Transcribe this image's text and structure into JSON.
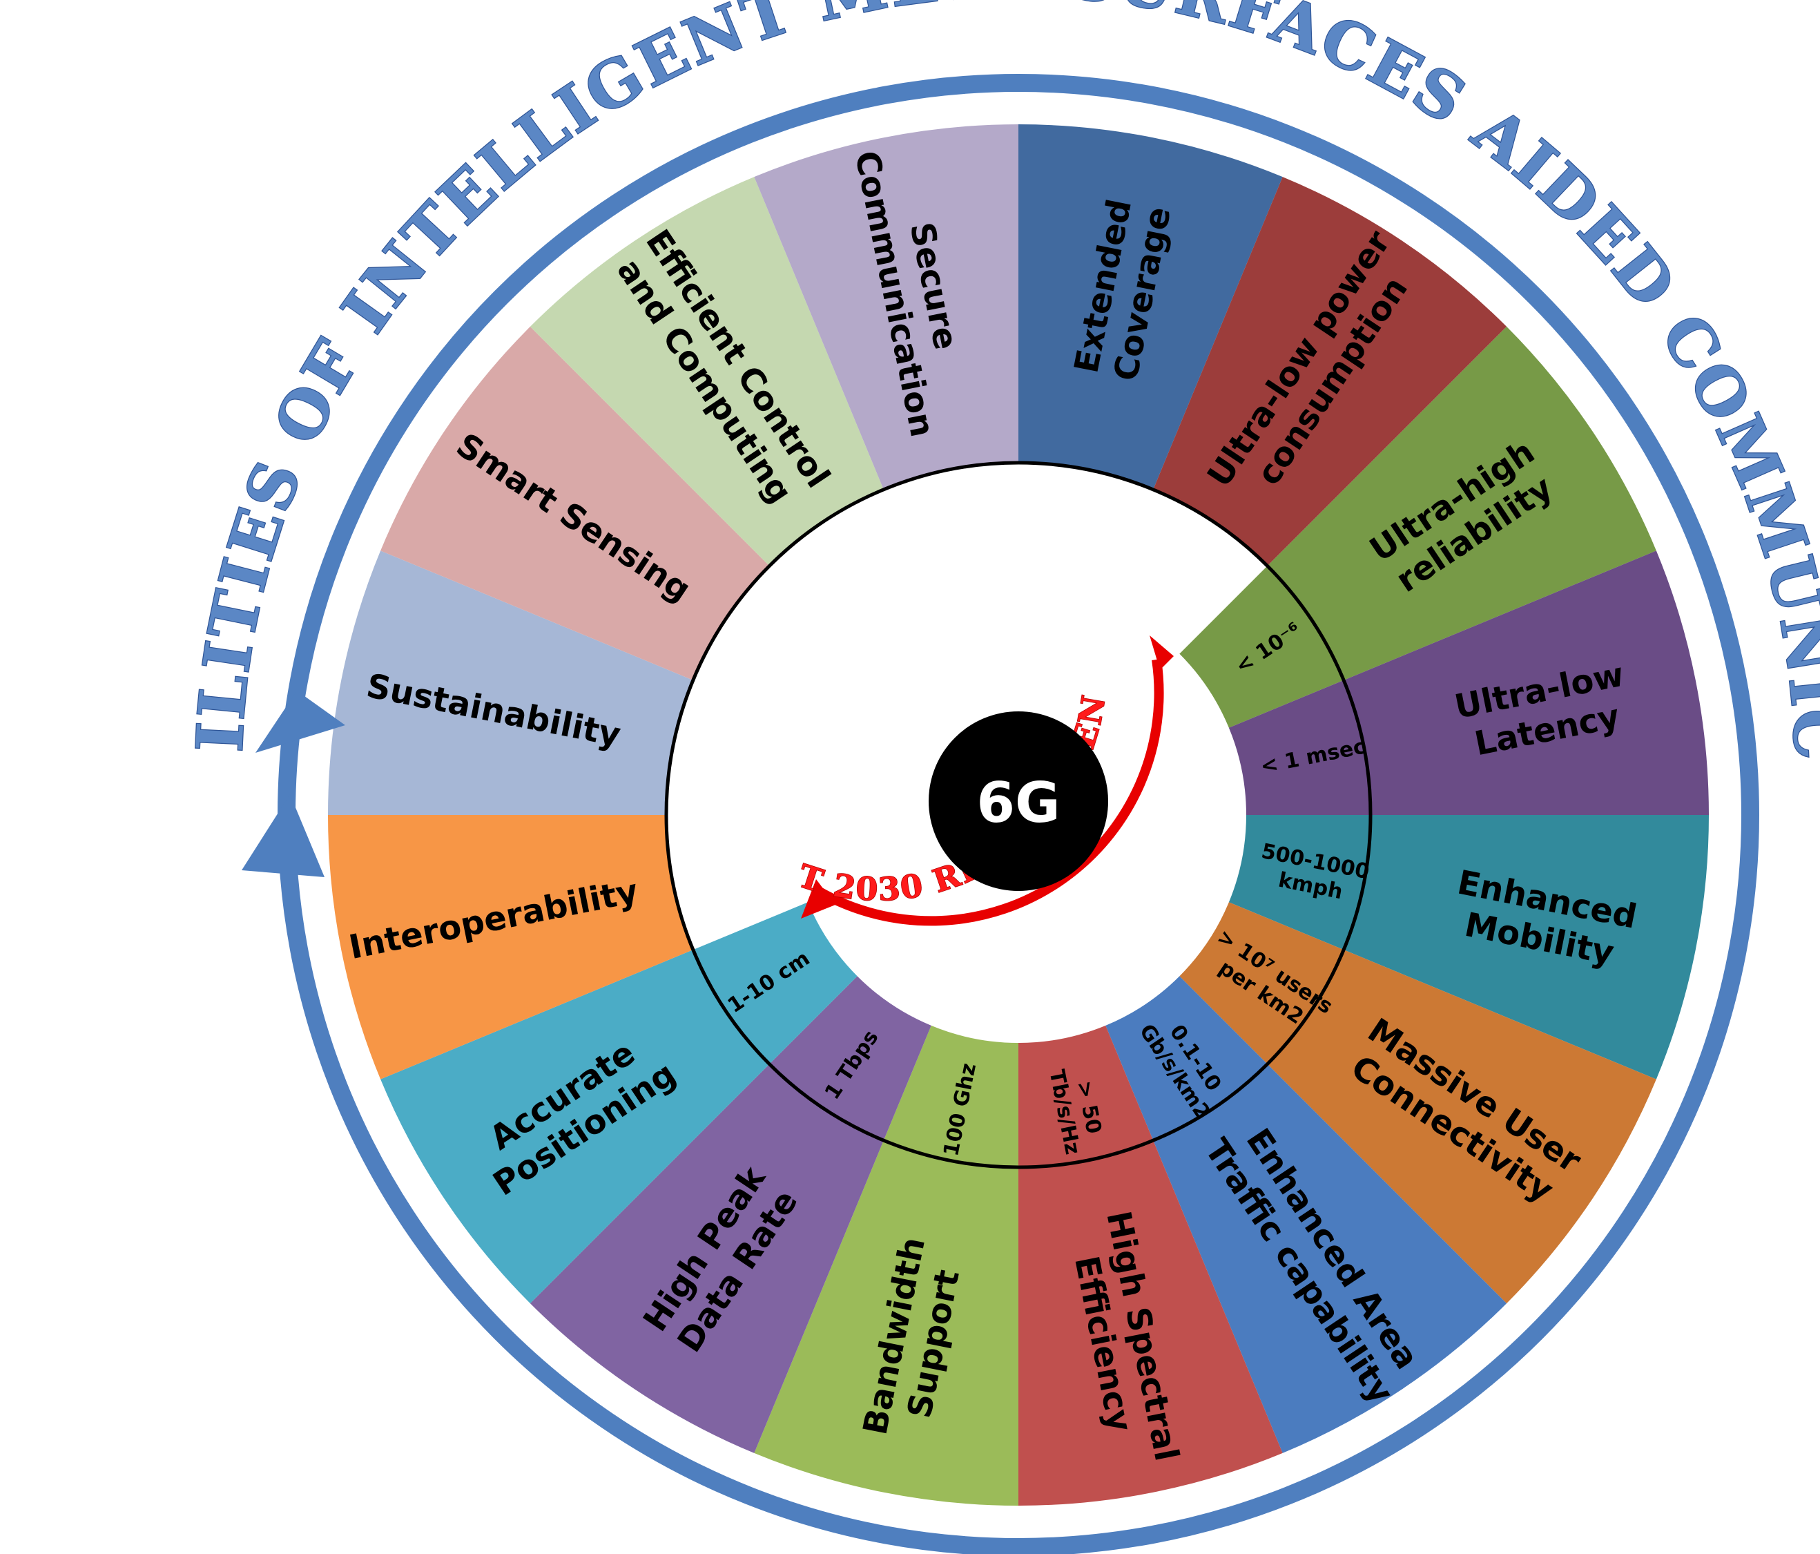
{
  "title": "CAPABILITIES OF INTELLIGENT META-SURFACES AIDED COMMUNICATION",
  "center_label": "6G",
  "requirements_title": "IMT 2030 REQUIREMENTS",
  "colors": {
    "title_fill": "#5b87c5",
    "outer_ring": "#4f7fbf",
    "requirements_arrow": "#e80000",
    "center_disc": "#000000"
  },
  "segments": [
    {
      "label": [
        "Extended",
        "Coverage"
      ],
      "requirement": [],
      "color": "#416a9f"
    },
    {
      "label": [
        "Ultra-low power",
        "consumption"
      ],
      "requirement": [],
      "color": "#9c3d3b"
    },
    {
      "label": [
        "Ultra-high",
        "reliability"
      ],
      "requirement": [
        "< 10⁻⁶"
      ],
      "color": "#779a47"
    },
    {
      "label": [
        "Ultra-low",
        "Latency"
      ],
      "requirement": [
        "< 1 msec"
      ],
      "color": "#6a4c86"
    },
    {
      "label": [
        "Enhanced",
        "Mobility"
      ],
      "requirement": [
        "500-1000",
        "kmph"
      ],
      "color": "#328a9c"
    },
    {
      "label": [
        "Massive User",
        "Connectivity"
      ],
      "requirement": [
        "> 10⁷ users",
        "per km2"
      ],
      "color": "#cc7934"
    },
    {
      "label": [
        "Enhanced Area",
        "Traffic capability"
      ],
      "requirement": [
        "0.1-10",
        "Gb/s/km2"
      ],
      "color": "#4b7cbf"
    },
    {
      "label": [
        "High Spectral",
        "Efficiency"
      ],
      "requirement": [
        "> 50",
        "Tb/s/Hz"
      ],
      "color": "#c0504e"
    },
    {
      "label": [
        "Bandwidth",
        "Support"
      ],
      "requirement": [
        "100  Ghz"
      ],
      "color": "#9bbb59"
    },
    {
      "label": [
        "High Peak",
        "Data  Rate"
      ],
      "requirement": [
        "1 Tbps"
      ],
      "color": "#8064a2"
    },
    {
      "label": [
        "Accurate",
        "Positioning"
      ],
      "requirement": [
        "1-10 cm"
      ],
      "color": "#4bacc6"
    },
    {
      "label": [
        "Interoperability"
      ],
      "requirement": [],
      "color": "#f79646"
    },
    {
      "label": [
        "Sustainability"
      ],
      "requirement": [],
      "color": "#a6b7d6"
    },
    {
      "label": [
        "Smart Sensing"
      ],
      "requirement": [],
      "color": "#d9a9a8"
    },
    {
      "label": [
        "Efficient Control",
        "and Computing"
      ],
      "requirement": [],
      "color": "#c5d8b0"
    },
    {
      "label": [
        "Secure",
        "Communication"
      ],
      "requirement": [],
      "color": "#b4a9c9"
    }
  ]
}
